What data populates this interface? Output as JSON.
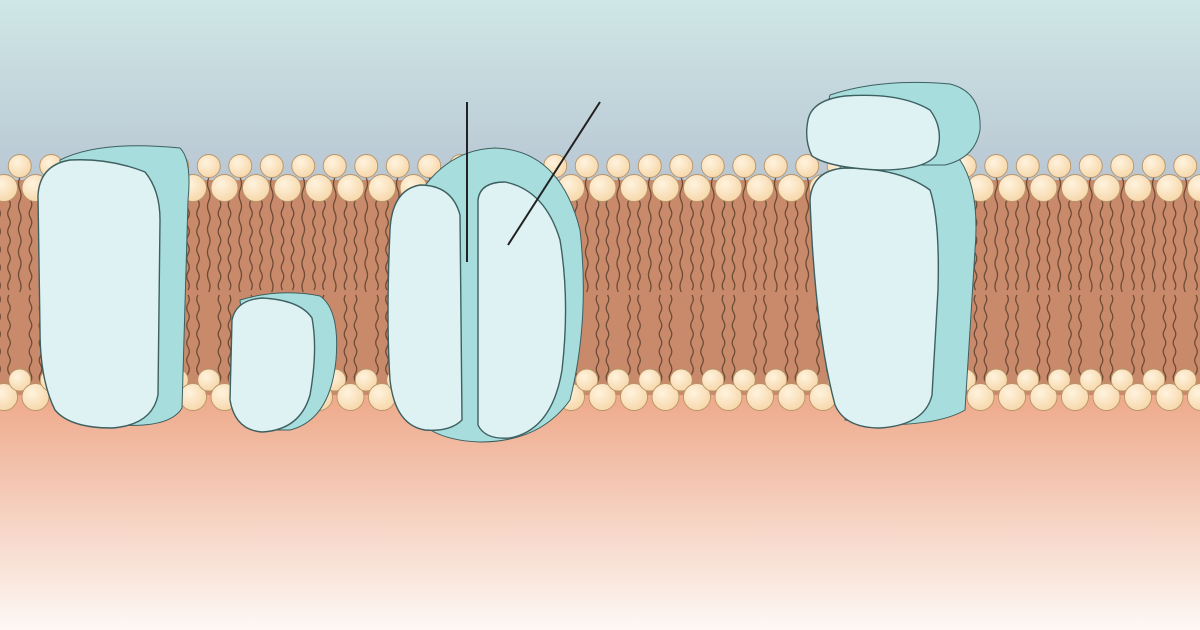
{
  "colors": {
    "sky_top": "#cfe7e6",
    "sky_bottom": "#b9c7d3",
    "cytoplasm_top": "#eea98a",
    "cytoplasm_bottom": "#fdf8f5",
    "lipid_head": "#f6d6a8",
    "lipid_head_stroke": "#b89468",
    "lipid_tail": "#6e4b35",
    "core_fill": "#c98a6c",
    "protein_fill": "#def2f3",
    "protein_shade": "#a7dedd",
    "protein_stroke": "#3e5f60",
    "leader_line": "#222222"
  },
  "diagram": {
    "subject": "lipid-bilayer-with-membrane-proteins",
    "components": [
      {
        "kind": "phospholipid-bilayer"
      },
      {
        "kind": "transmembrane-protein",
        "position": "left"
      },
      {
        "kind": "peripheral-protein",
        "position": "left-center-inner"
      },
      {
        "kind": "channel-protein",
        "position": "center",
        "subunits": 2
      },
      {
        "kind": "transmembrane-protein",
        "position": "right"
      },
      {
        "kind": "peripheral-protein",
        "position": "right-outer"
      }
    ],
    "leader_lines": 2,
    "labels": []
  }
}
